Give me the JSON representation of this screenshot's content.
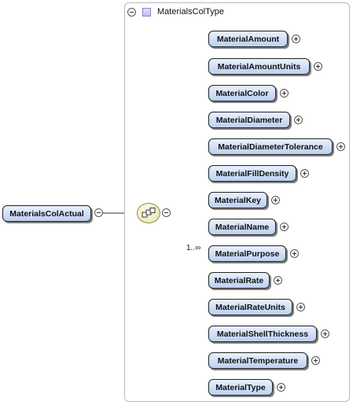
{
  "root_element": {
    "label": "MaterialsColActual"
  },
  "complex_type": {
    "name": "MaterialsColType"
  },
  "children": [
    {
      "label": "MaterialAmount"
    },
    {
      "label": "MaterialAmountUnits"
    },
    {
      "label": "MaterialColor"
    },
    {
      "label": "MaterialDiameter"
    },
    {
      "label": "MaterialDiameterTolerance"
    },
    {
      "label": "MaterialFillDensity"
    },
    {
      "label": "MaterialKey"
    },
    {
      "label": "MaterialName"
    },
    {
      "label": "MaterialPurpose",
      "occurrence": "1..∞"
    },
    {
      "label": "MaterialRate"
    },
    {
      "label": "MaterialRateUnits"
    },
    {
      "label": "MaterialShellThickness"
    },
    {
      "label": "MaterialTemperature"
    },
    {
      "label": "MaterialType"
    }
  ],
  "icons": {
    "expand": "plus-circle-icon",
    "collapse": "minus-circle-icon",
    "compositor": "sequence-compositor-icon",
    "type": "complex-type-icon"
  }
}
